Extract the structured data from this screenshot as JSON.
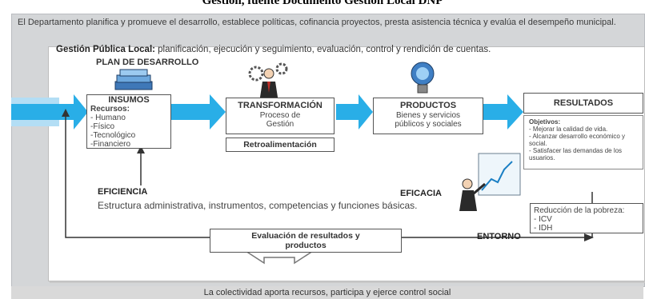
{
  "caption": "Gestion, fuente Documento Gestion Local DNP",
  "department_text": "El Departamento planifica y promueve el desarrollo, establece políticas, cofinancia proyectos, presta asistencia técnica y evalúa el desempeño municipal.",
  "gestion": {
    "label": "Gestión Pública Local:",
    "text": " planificación, ejecución y seguimiento, evaluación, control y rendición de cuentas."
  },
  "plan_label": "PLAN DE DESARROLLO",
  "insumos": {
    "title": "INSUMOS",
    "subtitle": "Recursos:",
    "items": [
      "- Humano",
      "-Físico",
      "-Tecnológico",
      "-Financiero"
    ]
  },
  "transformacion": {
    "title": "TRANSFORMACIÓN",
    "text": "Proceso de Gestión"
  },
  "retro": "Retroalimentación",
  "productos": {
    "title": "PRODUCTOS",
    "text": "Bienes y servicios públicos y sociales"
  },
  "resultados": {
    "title": "RESULTADOS",
    "objetivos_title": "Objetivos:",
    "objetivos": [
      "- Mejorar la calidad de vida.",
      "- Alcanzar desarrollo económico y social.",
      "- Satisfacer las demandas de los usuarios."
    ]
  },
  "pobreza": {
    "title": "Reducción de la pobreza:",
    "items": [
      "- ICV",
      "- IDH"
    ]
  },
  "eficiencia": "EFICIENCIA",
  "eficiencia_text": "Estructura administrativa, instrumentos, competencias y funciones básicas.",
  "eficacia": "EFICACIA",
  "evaluacion": "Evaluación de resultados y productos",
  "entorno": "ENTORNO",
  "bottom_text": "La colectividad aporta recursos, participa y ejerce control social",
  "colors": {
    "arrow": "#29aee7",
    "frame": "#d4d6d8",
    "line": "#333333"
  },
  "icons": [
    "books-icon",
    "person-gears-icon",
    "lightbulb-icon",
    "presenter-chart-icon"
  ]
}
